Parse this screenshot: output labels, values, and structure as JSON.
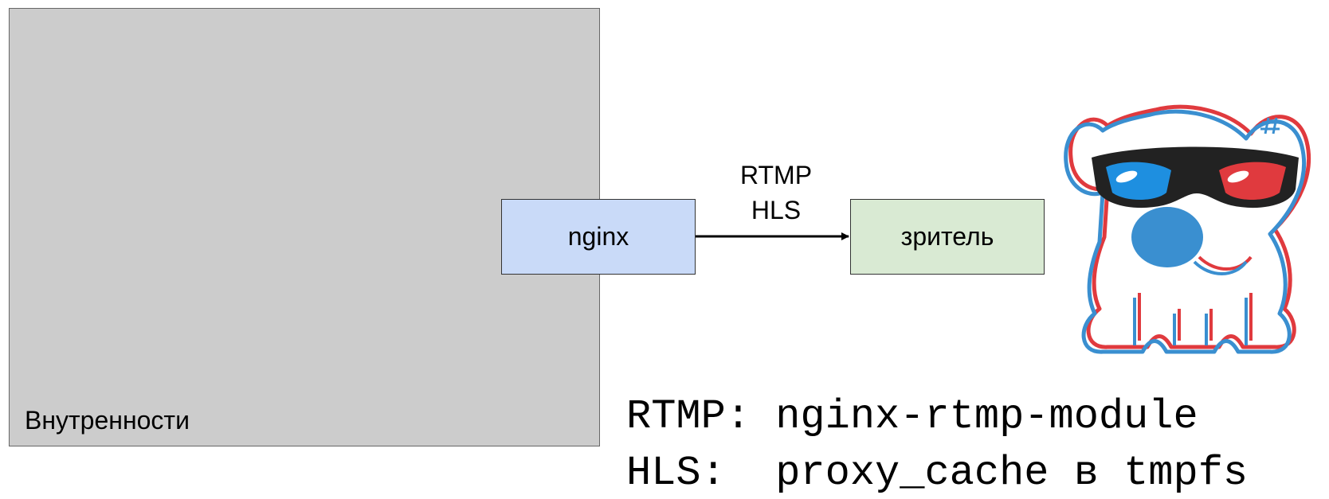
{
  "diagram": {
    "container": {
      "label": "Внутренности",
      "color": "#cccccc"
    },
    "nodes": [
      {
        "id": "nginx",
        "label": "nginx",
        "color": "#c9daf8"
      },
      {
        "id": "viewer",
        "label": "зритель",
        "color": "#d9ead3"
      }
    ],
    "edges": [
      {
        "from": "nginx",
        "to": "viewer",
        "labels": [
          "RTMP",
          "HLS"
        ]
      }
    ],
    "notes": [
      "RTMP: nginx-rtmp-module",
      "HLS:  proxy_cache в tmpfs"
    ],
    "mascot": {
      "icon": "3d-glasses-dog-mascot-icon",
      "colors": {
        "red": "#e03a3e",
        "blue": "#3a8fd0",
        "glasses": "#222222"
      }
    }
  }
}
